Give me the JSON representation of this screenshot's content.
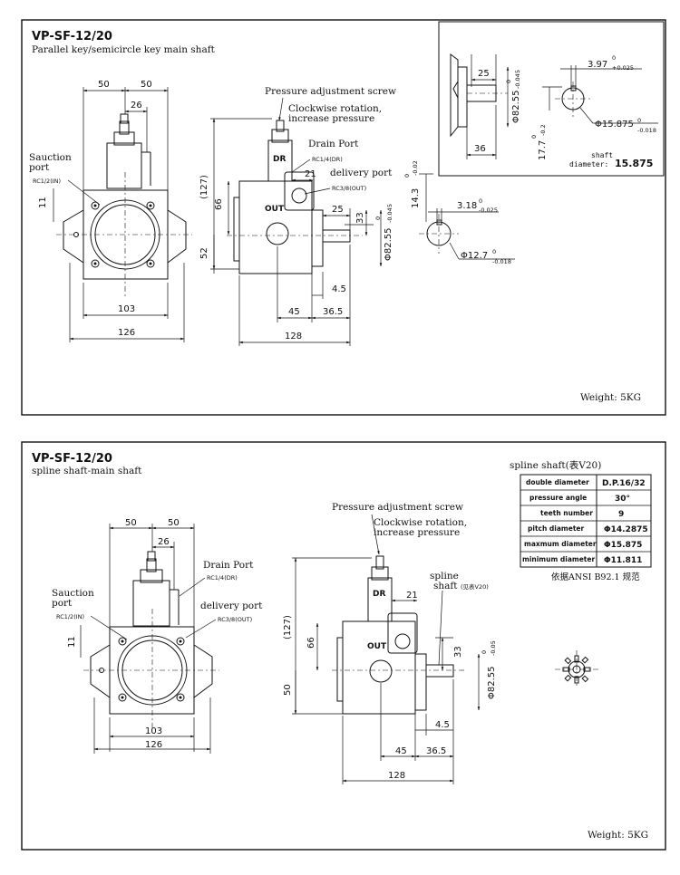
{
  "panel1": {
    "title": "VP-SF-12/20",
    "subtitle": "Parallel key/semicircle key main shaft",
    "weight": "Weight: 5KG",
    "labels": {
      "pressure_screw": "Pressure adjustment screw",
      "clockwise_1": "Clockwise rotation,",
      "clockwise_2": "increase pressure",
      "drain_port": "Drain Port",
      "drain_rc": "RC1/4(DR)",
      "delivery_port": "delivery port",
      "delivery_rc": "RC3/8(OUT)",
      "suction_1": "Sauction",
      "suction_2": "port",
      "suction_rc": "RC1/2(IN)",
      "dr_mark": "DR",
      "out_mark": "OUT",
      "shaft_diameter_1": "shaft",
      "shaft_diameter_2": "diameter:",
      "shaft_diameter_value": "15.875"
    },
    "dims": {
      "d50a": "50",
      "d50b": "50",
      "d26": "26",
      "d11": "11",
      "d103": "103",
      "d126": "126",
      "d127": "(127)",
      "d66": "66",
      "d52": "52",
      "d21": "21",
      "d25": "25",
      "d33": "33",
      "d82": "Φ82.55",
      "d82tol1": "0",
      "d82tol2": "-0.045",
      "d4_5": "4.5",
      "d45": "45",
      "d36_5": "36.5",
      "d128": "128",
      "d14_3": "14.3",
      "d14_3tol1": "0",
      "d14_3tol2": "-0.02",
      "d3_18": "3.18",
      "d3_18tol1": "0",
      "d3_18tol2": "-0.025",
      "d12_7": "Φ12.7",
      "d12_7tol1": "0",
      "d12_7tol2": "-0.018",
      "i25": "25",
      "i36": "36",
      "i82": "Φ82.55",
      "i82tol1": "0",
      "i82tol2": "-0.045",
      "i3_97": "3.97",
      "i3_97tol1": "0",
      "i3_97tol2": "+0.025",
      "i17_7": "17.7",
      "i17_7tol1": "0",
      "i17_7tol2": "-0.2",
      "i15_875": "Φ15.875",
      "i15_875tol1": "0",
      "i15_875tol2": "-0.018"
    }
  },
  "panel2": {
    "title": "VP-SF-12/20",
    "subtitle": "spline shaft-main shaft",
    "weight": "Weight: 5KG",
    "labels": {
      "pressure_screw": "Pressure adjustment screw",
      "clockwise_1": "Clockwise rotation,",
      "clockwise_2": "increase pressure",
      "drain_port": "Drain Port",
      "drain_rc": "RC1/4(DR)",
      "delivery_port": "delivery port",
      "delivery_rc": "RC3/8(OUT)",
      "suction_1": "Sauction",
      "suction_2": "port",
      "suction_rc": "RC1/2(IN)",
      "dr_mark": "DR",
      "out_mark": "OUT",
      "spline_shaft_1": "spline",
      "spline_shaft_2": "shaft",
      "spline_shaft_ref": "(见表V20)"
    },
    "dims": {
      "d50a": "50",
      "d50b": "50",
      "d26": "26",
      "d11": "11",
      "d103": "103",
      "d126": "126",
      "d127": "(127)",
      "d66": "66",
      "d50": "50",
      "d21": "21",
      "d33": "33",
      "d82": "Φ82.55",
      "d82tol1": "0",
      "d82tol2": "-0.05",
      "d4_5": "4.5",
      "d45": "45",
      "d36_5": "36.5",
      "d128": "128"
    },
    "spline_table": {
      "title": "spline shaft(表V20)",
      "rows": [
        {
          "label": "double diameter",
          "value": "D.P.16/32"
        },
        {
          "label": "pressure angle",
          "value": "30°"
        },
        {
          "label": "teeth number",
          "value": "9"
        },
        {
          "label": "pitch diameter",
          "value": "Φ14.2875"
        },
        {
          "label": "maxmum diameter",
          "value": "Φ15.875"
        },
        {
          "label": "minimum diameter",
          "value": "Φ11.811"
        }
      ],
      "note": "依据ANSI B92.1 规范"
    }
  }
}
